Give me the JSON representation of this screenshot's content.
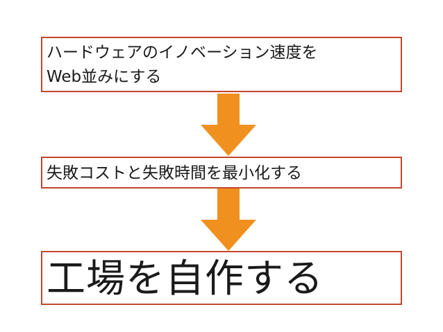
{
  "steps": [
    {
      "lines": [
        "ハードウェアのイノベーション速度を",
        "Web並みにする"
      ]
    },
    {
      "lines": [
        "失敗コストと失敗時間を最小化する"
      ]
    },
    {
      "lines": [
        "工場を自作する"
      ]
    }
  ],
  "colors": {
    "box_border": "#c2452a",
    "arrow_fill": "#f0911f",
    "text": "#1a1a1a"
  },
  "icons": [
    "arrow-down-icon",
    "arrow-down-icon"
  ]
}
